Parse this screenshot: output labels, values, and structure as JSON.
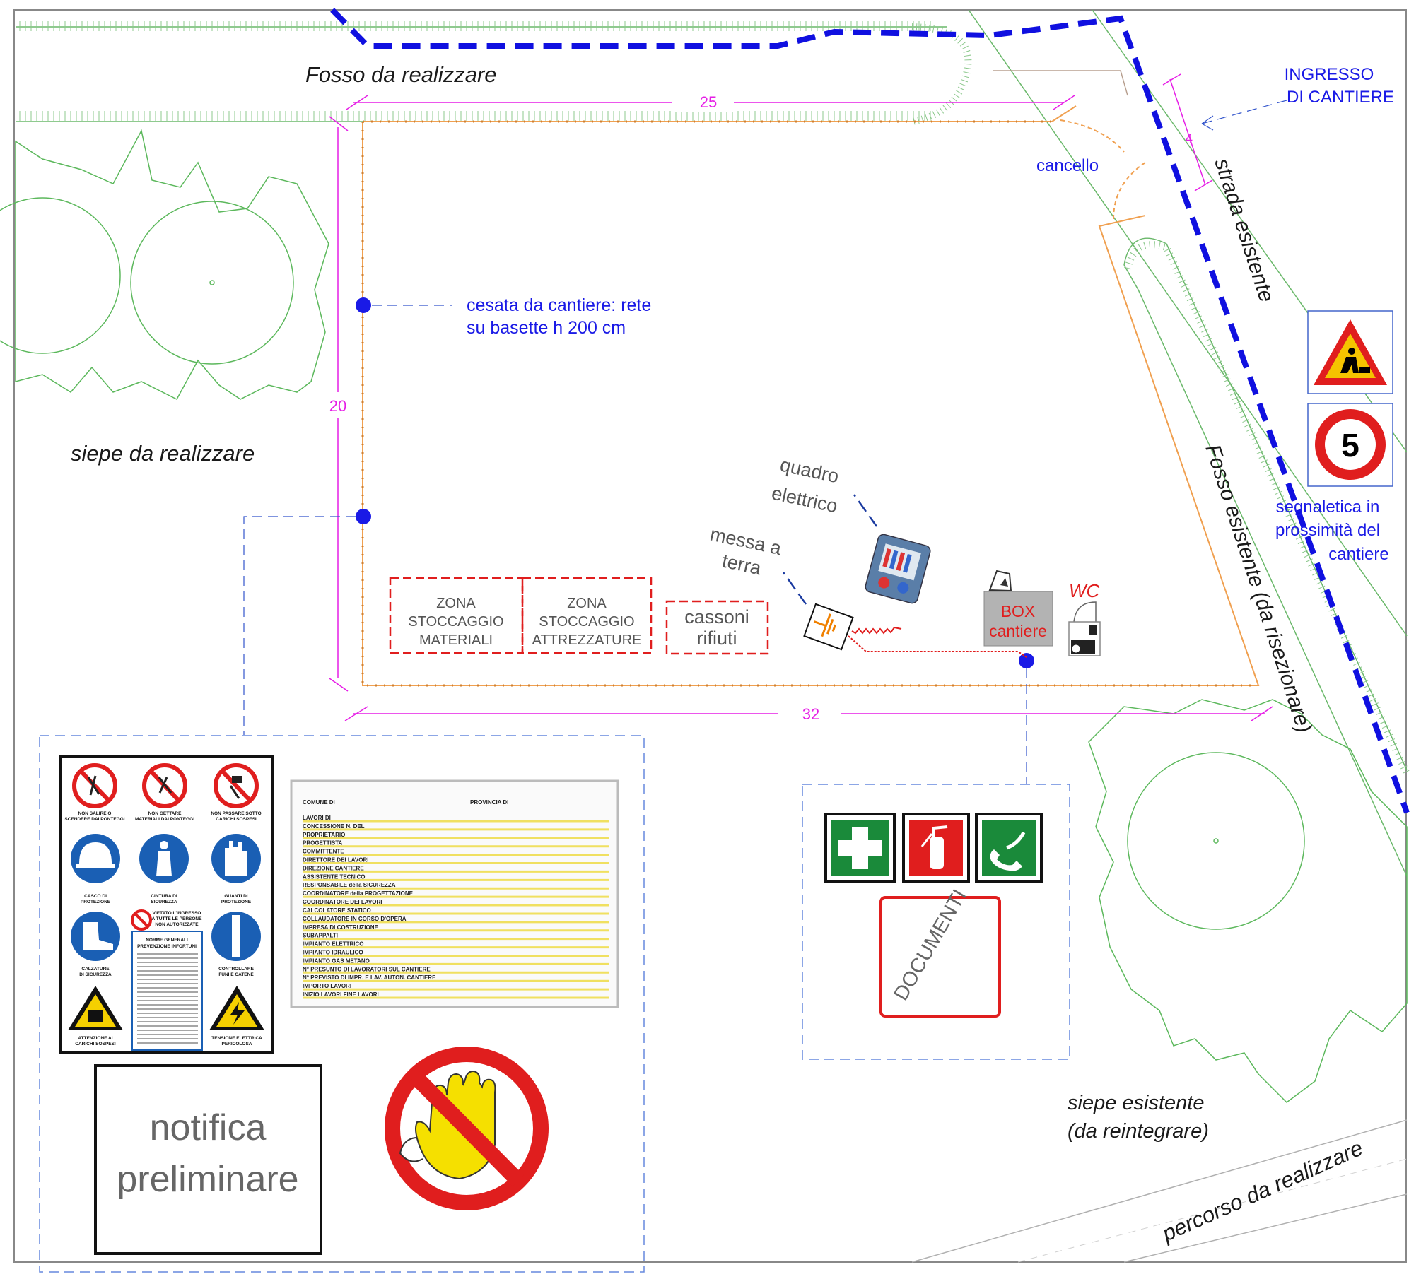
{
  "labels": {
    "fosso_da_realizzare": "Fosso da realizzare",
    "siepe_da_realizzare": "siepe da realizzare",
    "cesata_line1": "cesata da cantiere: rete",
    "cesata_line2": "su basette h 200 cm",
    "cancello": "cancello",
    "ingresso_line1": "INGRESSO",
    "ingresso_line2": "DI CANTIERE",
    "strada_esistente": "strada esistente",
    "fosso_esistente": "Fosso esistente (da risezionare)",
    "segnaletica_line1": "segnaletica in",
    "segnaletica_line2": "prossimità del",
    "segnaletica_line3": "cantiere",
    "quadro_line1": "quadro",
    "quadro_line2": "elettrico",
    "messa_line1": "messa a",
    "messa_line2": "terra",
    "box_line1": "BOX",
    "box_line2": "cantiere",
    "wc": "WC",
    "zona1_line1": "ZONA",
    "zona1_line2": "STOCCAGGIO",
    "zona1_line3": "MATERIALI",
    "zona2_line1": "ZONA",
    "zona2_line2": "STOCCAGGIO",
    "zona2_line3": "ATTREZZATURE",
    "cassoni_line1": "cassoni",
    "cassoni_line2": "rifiuti",
    "siepe_esistente_line1": "siepe esistente",
    "siepe_esistente_line2": "(da reintegrare)",
    "percorso": "percorso da realizzare",
    "documenti": "DOCUMENTI",
    "notifica_line1": "notifica",
    "notifica_line2": "preliminare"
  },
  "dimensions": {
    "d25": "25",
    "d20": "20",
    "d32": "32",
    "d4": "4"
  },
  "road_sign": {
    "speed_limit": "5"
  },
  "safety_panel": {
    "signs": [
      {
        "label1": "NON SALIRE O",
        "label2": "SCENDERE DAI PONTEGGI",
        "kind": "prohibition"
      },
      {
        "label1": "NON GETTARE",
        "label2": "MATERIALI DAI PONTEGGI",
        "kind": "prohibition"
      },
      {
        "label1": "NON PASSARE SOTTO",
        "label2": "CARICHI SOSPESI",
        "kind": "prohibition"
      },
      {
        "label1": "CASCO DI",
        "label2": "PROTEZIONE",
        "kind": "mandatory"
      },
      {
        "label1": "CINTURA DI",
        "label2": "SICUREZZA",
        "kind": "mandatory"
      },
      {
        "label1": "GUANTI DI",
        "label2": "PROTEZIONE",
        "kind": "mandatory"
      },
      {
        "label1": "CALZATURE",
        "label2": "DI SICUREZZA",
        "kind": "mandatory"
      },
      {
        "label1": "CONTROLLARE",
        "label2": "FUNI E CATENE",
        "kind": "mandatory"
      },
      {
        "label1": "ATTENZIONE AI",
        "label2": "CARICHI SOSPESI",
        "kind": "warning"
      },
      {
        "label1": "TENSIONE ELETTRICA",
        "label2": "PERICOLOSA",
        "kind": "warning"
      }
    ],
    "center_notice_line1": "VIETATO L'INGRESSO",
    "center_notice_line2": "A TUTTE LE PERSONE",
    "center_notice_line3": "NON AUTORIZZATE",
    "norme_line1": "NORME GENERALI",
    "norme_line2": "PREVENZIONE INFORTUNI"
  },
  "cartello": {
    "comune": "COMUNE DI",
    "provincia": "PROVINCIA DI",
    "lines": [
      "LAVORI DI",
      "CONCESSIONE N.                DEL",
      "PROPRIETARIO",
      "PROGETTISTA",
      "COMMITTENTE",
      "DIRETTORE DEI LAVORI",
      "DIREZIONE CANTIERE",
      "ASSISTENTE TECNICO",
      "RESPONSABILE della SICUREZZA",
      "COORDINATORE della PROGETTAZIONE",
      "COORDINATORE DEI LAVORI",
      "CALCOLATORE STATICO",
      "COLLAUDATORE IN CORSO D'OPERA",
      "IMPRESA DI COSTRUZIONE",
      "SUBAPPALTI",
      "IMPIANTO ELETTRICO",
      "IMPIANTO IDRAULICO",
      "IMPIANTO GAS METANO",
      "N° PRESUNTO DI LAVORATORI SUL CANTIERE",
      "N° PREVISTO DI IMPR. E LAV. AUTON. CANTIERE",
      "IMPORTO LAVORI",
      "INIZIO LAVORI                              FINE LAVORI"
    ]
  },
  "colors": {
    "fence": "#f0a050",
    "vegetation": "#5cb85c",
    "blue_path": "#1010e0",
    "dimension": "#e61ee6",
    "leader": "#3355cc",
    "zone": "#e01e1e"
  }
}
